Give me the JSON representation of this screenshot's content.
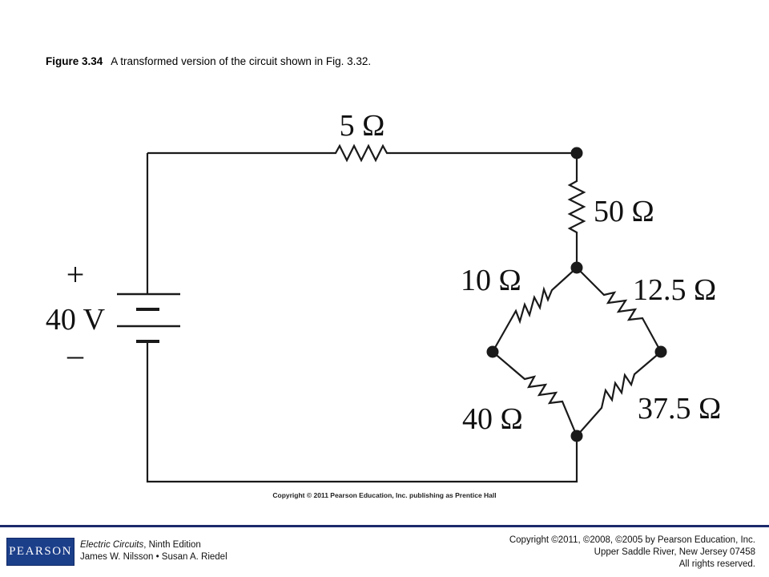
{
  "caption": {
    "figure_label": "Figure 3.34",
    "text": "A transformed version of the circuit shown in Fig. 3.32."
  },
  "circuit": {
    "source": {
      "plus": "+",
      "value": "40 V",
      "minus": "–"
    },
    "resistors": {
      "r_top": "5 Ω",
      "r_vertical": "50 Ω",
      "r_upper_left": "10 Ω",
      "r_upper_right": "12.5 Ω",
      "r_lower_left": "40 Ω",
      "r_lower_right": "37.5 Ω"
    }
  },
  "picture_copyright": "Copyright © 2011 Pearson Education, Inc. publishing as Prentice Hall",
  "footer": {
    "logo_text": "PEARSON",
    "book_title": "Electric Circuits",
    "book_edition": ", Ninth Edition",
    "authors": "James W. Nilsson • Susan A. Riedel",
    "copyright_line1": "Copyright ©2011, ©2008, ©2005 by Pearson Education, Inc.",
    "copyright_line2": "Upper Saddle River, New Jersey 07458",
    "copyright_line3": "All rights reserved."
  },
  "colors": {
    "footer_rule": "#1c2a6b",
    "logo_bg": "#1c3f8a",
    "wire": "#1a1a1a"
  }
}
